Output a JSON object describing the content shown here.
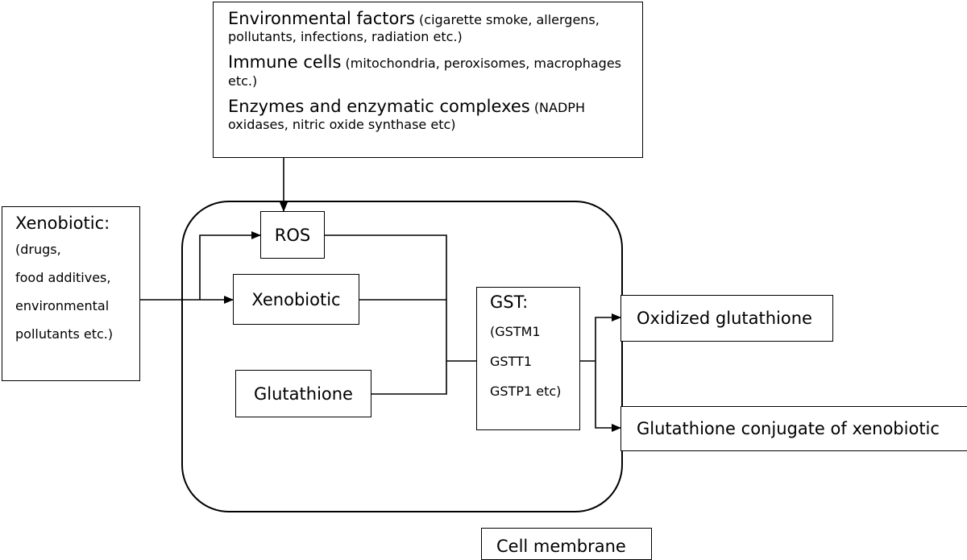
{
  "sources": {
    "env_title": "Environmental factors",
    "env_detail": "(cigarette smoke, allergens, pollutants, infections, radiation etc.)",
    "immune_title": "Immune cells",
    "immune_detail": "(mitochondria, peroxisomes, macrophages etc.)",
    "enzymes_title": "Enzymes and enzymatic complexes",
    "enzymes_detail": "(NADPH oxidases, nitric oxide synthase etc)"
  },
  "xenobiotic_input": {
    "title": "Xenobiotic:",
    "items": [
      "(drugs,",
      "food additives,",
      "environmental",
      "pollutants etc.)"
    ]
  },
  "cell": {
    "ros": "ROS",
    "xenobiotic": "Xenobiotic",
    "glutathione": "Glutathione",
    "gst_title": "GST:",
    "gst_items": [
      "(GSTM1",
      "GSTT1",
      "GSTP1 etc)"
    ]
  },
  "outputs": {
    "oxidized": "Oxidized glutathione",
    "conjugate": "Glutathione conjugate of xenobiotic"
  },
  "membrane_label": "Cell membrane"
}
